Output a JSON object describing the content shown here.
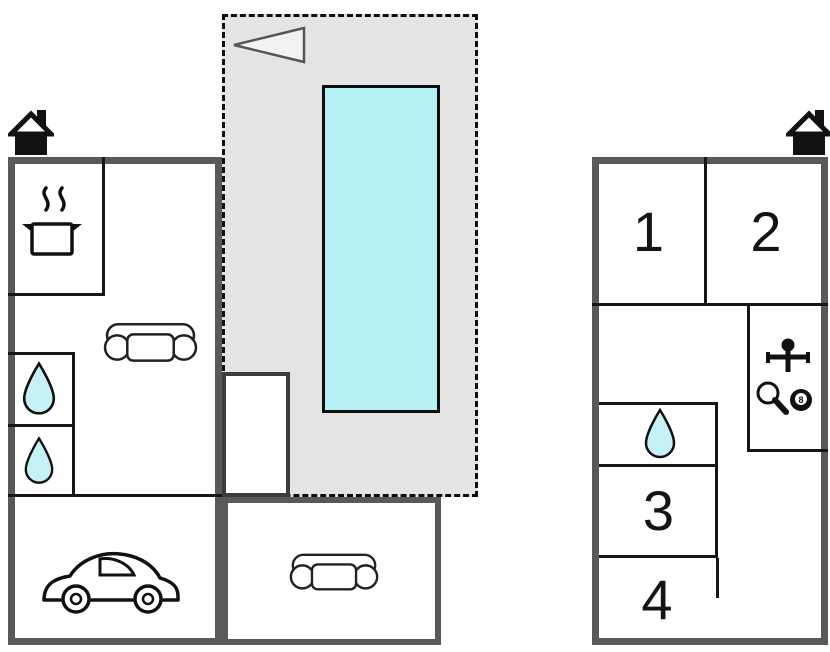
{
  "colors": {
    "wall": "#59595b",
    "line": "#161616",
    "terrace": "#e4e4e2",
    "pool": "#b4f0f4",
    "water": "#c6f1f6",
    "bg": "#ffffff",
    "arrow_fill": "#f2f2f2"
  },
  "upper_floor": {
    "room1": "1",
    "room2": "2",
    "room3": "3",
    "room4": "4",
    "ball_number": "8"
  },
  "icons": {
    "house": "house-with-chimney",
    "direction_arrow": "triangle-arrow-left",
    "kitchen": "cooking-pot-with-steam",
    "bathroom": "water-drop",
    "garage": "car",
    "lounge": "sofa-top-view",
    "games": "table-tennis-paddle-and-8-ball-player"
  }
}
